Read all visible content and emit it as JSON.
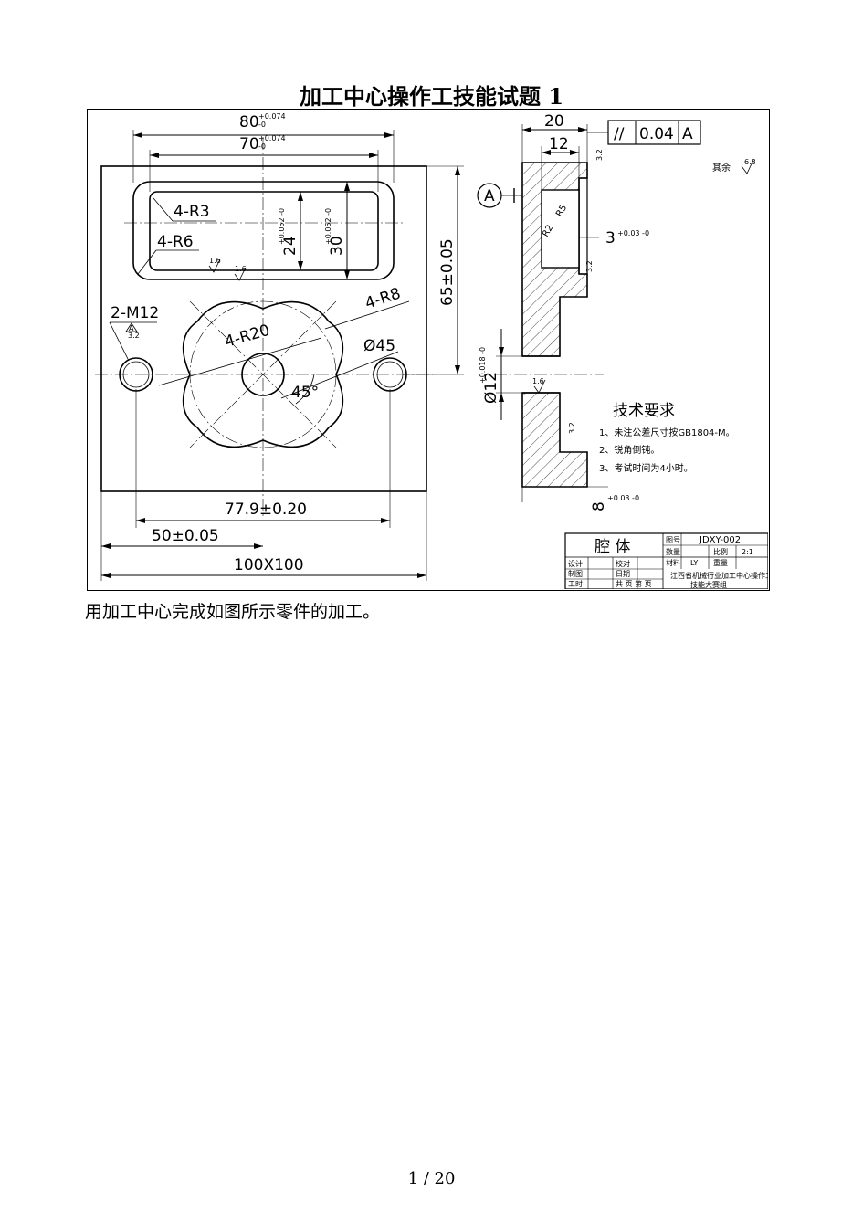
{
  "page": {
    "title": "加工中心操作工技能试题 1",
    "caption": "用加工中心完成如图所示零件的加工。",
    "page_number": "1 / 20"
  },
  "drawing": {
    "dims": {
      "w80": "80",
      "w80_tol_upper": "+0.074",
      "w80_tol_lower": "-0",
      "w70": "70",
      "w70_tol_upper": "+0.074",
      "w70_tol_lower": "-0",
      "r3": "4-R3",
      "r6": "4-R6",
      "h24": "24",
      "h24_tol": "+0.052 -0",
      "h30": "30",
      "h30_tol": "+0.052 -0",
      "h65": "65±0.05",
      "m12": "2-M12",
      "r8": "4-R8",
      "r20": "4-R20",
      "d45": "Ø45",
      "ang45": "45°",
      "w779": "77.9±0.20",
      "w50": "50±0.05",
      "size": "100X100",
      "rough16a": "1.6",
      "rough16b": "1.6",
      "rough32": "3.2",
      "datum_a": "A"
    },
    "side": {
      "w20": "20",
      "w12": "12",
      "gtol_symbol": "//",
      "gtol_value": "0.04",
      "gtol_datum": "A",
      "rough_rest_label": "其余",
      "rough_rest_value": "6.3",
      "r2": "R2",
      "r5": "R5",
      "depth3": "3",
      "depth3_tol": "+0.03 -0",
      "d12": "Ø12",
      "d12_tol": "+0.018 -0",
      "depth8": "8",
      "depth8_tol": "+0.03 -0",
      "rough16": "1.6",
      "rough32a": "3.2",
      "rough32b": "3.2",
      "rough32c": "3.2"
    },
    "requirements": {
      "heading": "技术要求",
      "items": [
        "1、未注公差尺寸按GB1804-M。",
        "2、锐角倒钝。",
        "3、考试时间为4小时。"
      ]
    },
    "title_block": {
      "part_name": "腔 体",
      "drawing_no_label": "图号",
      "drawing_no": "JDXY-002",
      "qty_label": "数量",
      "scale_label": "比例",
      "scale": "2:1",
      "material_label": "材料",
      "material": "LY",
      "weight_label": "重量",
      "design_label": "设计",
      "check_label": "校对",
      "draw_label": "制图",
      "date_label": "日期",
      "process_label": "工时",
      "sheets_label": "共 页 第 页",
      "org": "江西省机械行业加工中心操作工",
      "org2": "技能大赛组"
    }
  }
}
